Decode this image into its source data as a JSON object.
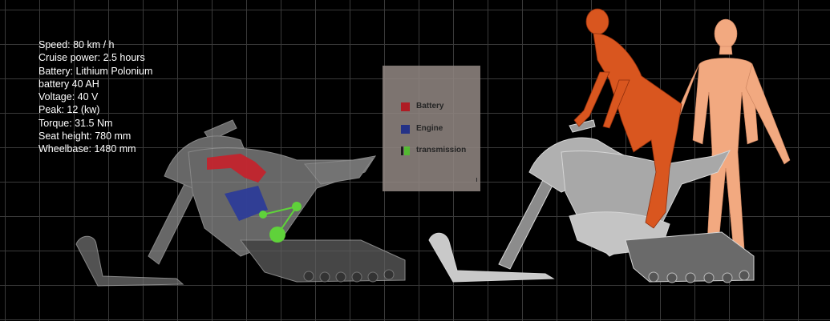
{
  "specs": [
    "Speed: 80 km / h",
    "Cruise power: 2.5 hours",
    "Battery: Lithium Polonium",
    "battery 40 AH",
    "Voltage: 40 V",
    "Peak: 12 (kw)",
    "Torque: 31.5 Nm",
    "Seat height: 780 mm",
    "Wheelbase: 1480 mm"
  ],
  "legend": {
    "battery": {
      "label": "Battery",
      "color": "#c8202a"
    },
    "engine": {
      "label": "Engine",
      "color": "#2a3a9a"
    },
    "transmission": {
      "label": "transmission",
      "color": "#5fd23a"
    }
  },
  "colors": {
    "background": "#000000",
    "grid": "#5a5a5a",
    "rider": "#d9561f",
    "mannequin": "#f2a980",
    "vehicle_body": "#8e8e8e"
  }
}
